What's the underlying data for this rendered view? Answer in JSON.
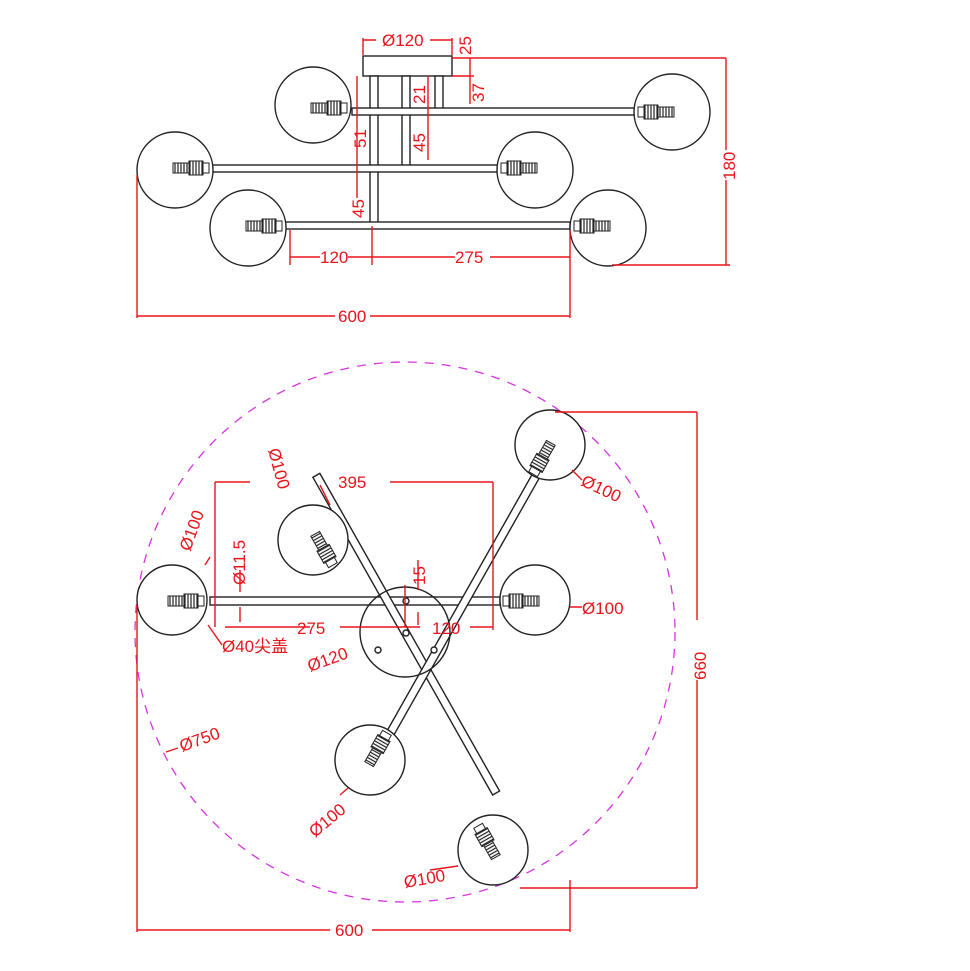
{
  "elevation": {
    "canopy_diameter": "Ø120",
    "canopy_height": "25",
    "rod_offset_37": "37",
    "rod_21": "21",
    "rod_51": "51",
    "rod_45_a": "45",
    "rod_45_b": "45",
    "arm_left": "120",
    "arm_right": "275",
    "total_width": "600",
    "total_height": "180"
  },
  "plan": {
    "globe_top_right": "Ø100",
    "globe_upper_left": "Ø100",
    "globe_left": "Ø100",
    "globe_right": "Ø100",
    "globe_lower_left": "Ø100",
    "globe_bottom": "Ø100",
    "span_395": "395",
    "tube_diameter": "Ø11.5",
    "offset_15": "15",
    "arm_275": "275",
    "arm_120": "120",
    "cap_label": "Ø40尖盖",
    "canopy": "Ø120",
    "overall_circle": "Ø750",
    "total_height": "660",
    "total_width": "600"
  },
  "colors": {
    "dimension": "#e8141b",
    "outline": "#222222",
    "envelope": "#d633e0"
  }
}
